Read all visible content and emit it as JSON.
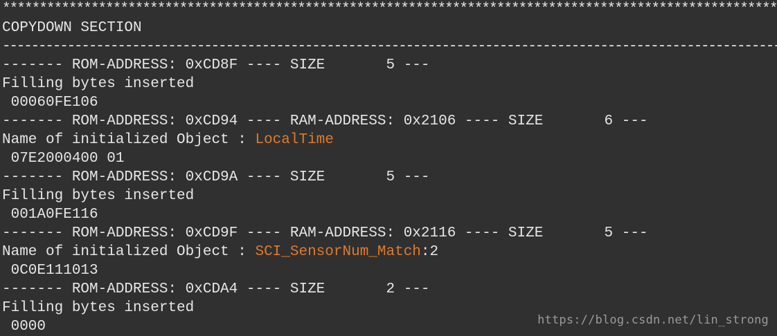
{
  "viewer": {
    "stars": "************************************************************************************************************",
    "section_title": "COPYDOWN SECTION",
    "divider": "----------------------------------------------------------------------------------------------------------------------------------",
    "lines": [
      {
        "kind": "header",
        "text": "------- ROM-ADDRESS: 0xCD8F ---- SIZE       5 ---"
      },
      {
        "kind": "text",
        "text": "Filling bytes inserted"
      },
      {
        "kind": "text",
        "text": " 00060FE106"
      },
      {
        "kind": "header",
        "text": "------- ROM-ADDRESS: 0xCD94 ---- RAM-ADDRESS: 0x2106 ---- SIZE       6 ---"
      },
      {
        "kind": "object",
        "prefix": "Name of initialized Object : ",
        "name": "LocalTime",
        "suffix": ""
      },
      {
        "kind": "text",
        "text": " 07E2000400 01"
      },
      {
        "kind": "header",
        "text": "------- ROM-ADDRESS: 0xCD9A ---- SIZE       5 ---"
      },
      {
        "kind": "text",
        "text": "Filling bytes inserted"
      },
      {
        "kind": "text",
        "text": " 001A0FE116"
      },
      {
        "kind": "header",
        "text": "------- ROM-ADDRESS: 0xCD9F ---- RAM-ADDRESS: 0x2116 ---- SIZE       5 ---"
      },
      {
        "kind": "object",
        "prefix": "Name of initialized Object : ",
        "name": "SCI_SensorNum_Match",
        "suffix": ":2"
      },
      {
        "kind": "text",
        "text": " 0C0E111013"
      },
      {
        "kind": "header",
        "text": "------- ROM-ADDRESS: 0xCDA4 ---- SIZE       2 ---"
      },
      {
        "kind": "text",
        "text": "Filling bytes inserted"
      },
      {
        "kind": "text",
        "text": " 0000"
      }
    ]
  },
  "watermark": "https://blog.csdn.net/lin_strong",
  "colors": {
    "background": "#303030",
    "text": "#e6e6e6",
    "highlight": "#e07a2a",
    "watermark": "#9a9a9a"
  }
}
